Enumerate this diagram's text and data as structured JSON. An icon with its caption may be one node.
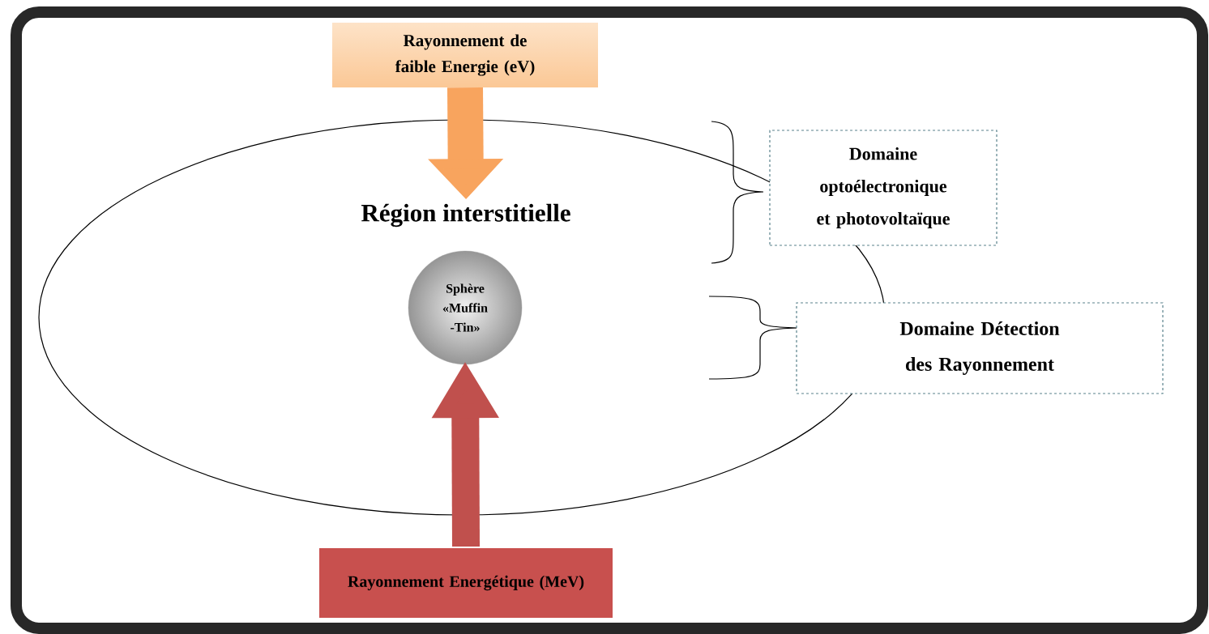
{
  "diagram": {
    "nodes": [
      {
        "text": [
          "Rayonnement de faible Energie (eV)"
        ]
      },
      {
        "text": [
          "Région interstitielle"
        ]
      },
      {
        "text": [
          "Sphère «Muffin -Tin»"
        ],
        "in": 1
      },
      {
        "text": [
          "Domaine optoélectronique et photovoltaïque"
        ]
      },
      {
        "text": [
          "Domaine Détection des Rayonnement"
        ]
      },
      {
        "text": [
          "Rayonnement Energétique (MeV)"
        ]
      }
    ],
    "edges": [
      {
        "from": 0,
        "to": 1,
        "arrow": "to",
        "color": "#f8a45e"
      },
      {
        "from": 5,
        "to": 2,
        "arrow": "to",
        "color": "#c0504d"
      }
    ]
  }
}
